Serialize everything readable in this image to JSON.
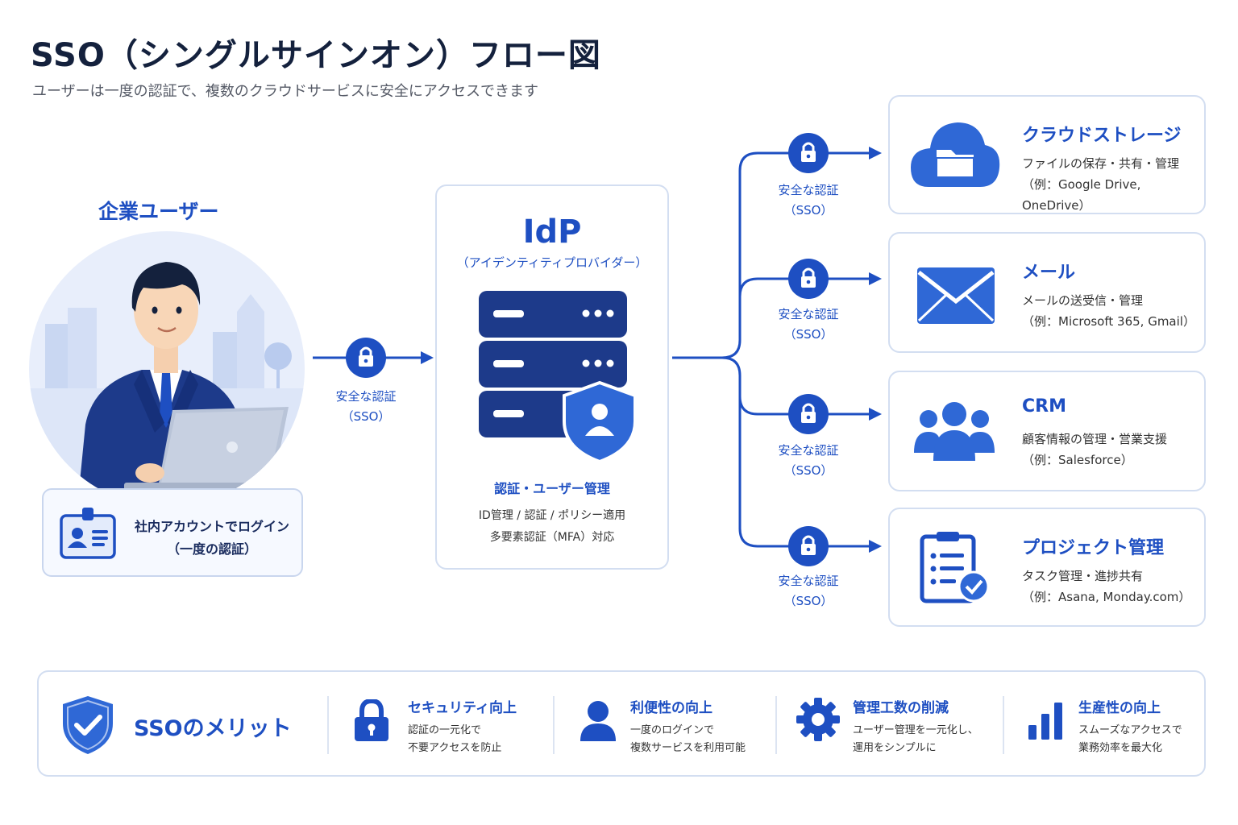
{
  "header": {
    "title": "SSO（シングルサインオン）フロー図",
    "subtitle": "ユーザーは一度の認証で、複数のクラウドサービスに安全にアクセスできます"
  },
  "user": {
    "heading": "企業ユーザー",
    "login_line1": "社内アカウントでログイン",
    "login_line2": "（一度の認証）"
  },
  "idp": {
    "title": "IdP",
    "subtitle": "（アイデンティティプロバイダー）",
    "management": "認証・ユーザー管理",
    "desc_line1": "ID管理 / 認証 / ポリシー適用",
    "desc_line2": "多要素認証（MFA）対応"
  },
  "sso_label": {
    "line1": "安全な認証",
    "line2": "（SSO）"
  },
  "services": [
    {
      "title": "クラウドストレージ",
      "desc": "ファイルの保存・共有・管理",
      "example": "（例：Google Drive, OneDrive）",
      "icon": "cloud-folder-icon"
    },
    {
      "title": "メール",
      "desc": "メールの送受信・管理",
      "example": "（例：Microsoft 365, Gmail）",
      "icon": "envelope-icon"
    },
    {
      "title": "CRM",
      "desc": "顧客情報の管理・営業支援",
      "example": "（例：Salesforce）",
      "icon": "users-group-icon"
    },
    {
      "title": "プロジェクト管理",
      "desc": "タスク管理・進捗共有",
      "example": "（例：Asana, Monday.com）",
      "icon": "clipboard-check-icon"
    }
  ],
  "benefits": {
    "title": "SSOのメリット",
    "items": [
      {
        "title": "セキュリティ向上",
        "line1": "認証の一元化で",
        "line2": "不要アクセスを防止",
        "icon": "lock-icon"
      },
      {
        "title": "利便性の向上",
        "line1": "一度のログインで",
        "line2": "複数サービスを利用可能",
        "icon": "user-icon"
      },
      {
        "title": "管理工数の削減",
        "line1": "ユーザー管理を一元化し、",
        "line2": "運用をシンプルに",
        "icon": "gear-icon"
      },
      {
        "title": "生産性の向上",
        "line1": "スムーズなアクセスで",
        "line2": "業務効率を最大化",
        "icon": "bar-chart-icon"
      }
    ]
  },
  "colors": {
    "primary": "#1e4fc2",
    "dark_navy": "#1d3a8a",
    "heading": "#14213d",
    "light_bg": "#e8eefb",
    "border": "#d3def1"
  }
}
